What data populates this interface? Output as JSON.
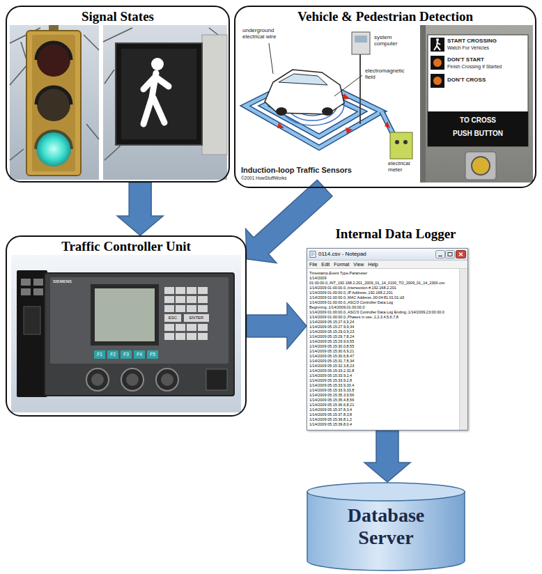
{
  "diagram": {
    "nodes": [
      {
        "text": [
          "Signal States"
        ]
      },
      {
        "text": [
          "Vehicle & Pedestrian Detection"
        ]
      },
      {
        "text": [
          "Traffic Controller Unit"
        ]
      },
      {
        "text": [
          "Internal Data Logger",
          "0114.csv - Notepad",
          "File Edit Format View Help",
          "Timestamp,Event Type,Parameter",
          "1/14/2009",
          "01:00:00.0,,INT_192.168.2.201_2009_01_14_0100_TO_2009_01_14_2300.csv",
          "1/14/2009 01:00:00.0,,Intersection #,192.168.2.201",
          "1/14/2009 01:00:00.0,,IP Address:,192.168.2.201",
          "1/14/2009 01:00:00.0,,MAC Address:,00:04:81:01:01:d3",
          "1/14/2009 01:00:00.0,,ASC/3 Controller Data Log",
          "Beginning:,1/14/2009,01:00:00.0",
          "1/14/2009 01:00:00.0,,ASC/3 Controller Data Log Ending:,1/14/2009,23:00:00.0",
          "1/14/2009 01:00:00.0,,Phases in use:,1,2,3,4,5,6,7,8",
          "1/14/2009 05:15:27.6,9,24",
          "1/14/2009 05:15:27.9,9,34",
          "1/14/2009 05:15:29.0,9,23",
          "1/14/2009 05:15:29.7,8,24",
          "1/14/2009 05:15:29.9,9,55",
          "1/14/2009 05:15:30.0,8,55",
          "1/14/2009 05:15:30.6,9,21",
          "1/14/2009 05:15:30.6,8,47",
          "1/14/2009 05:15:31.7,8,34",
          "1/14/2009 05:15:32.3,8,23",
          "1/14/2009 05:15:33.2,32,8",
          "1/14/2009 05:15:33.9,2,4",
          "1/14/2009 05:15:33.9,2,8",
          "1/14/2009 05:15:33.9,33,4",
          "1/14/2009 05:15:33.9,33,8",
          "1/14/2009 05:15:35.3,9,56",
          "1/14/2009 05:15:35.4,8,56",
          "1/14/2009 05:15:36.6,8,21",
          "1/14/2009 05:15:37.8,3,4",
          "1/14/2009 05:15:37.8,3,8",
          "1/14/2009 05:15:39.8,1,2",
          "1/14/2009 05:15:39.8,0,4"
        ]
      },
      {
        "text": [
          "Database Server"
        ]
      }
    ],
    "edges": [
      {
        "from": 0,
        "to": 2,
        "arrow": "to"
      },
      {
        "from": 1,
        "to": 2,
        "arrow": "to"
      },
      {
        "from": 2,
        "to": 3,
        "arrow": "to"
      },
      {
        "from": 3,
        "to": 4,
        "arrow": "to"
      }
    ],
    "labels": [
      "underground electrical wire",
      "system computer",
      "electromagnetic field",
      "electrical meter",
      "Induction-loop Traffic Sensors",
      "©2001 HowStuffWorks",
      "START CROSSING",
      "Watch For Vehicles",
      "DON'T START",
      "Finish Crossing if Started",
      "DON'T CROSS",
      "TO CROSS",
      "PUSH BUTTON",
      "SIEMENS",
      "F1",
      "F2",
      "F3",
      "F4",
      "F5",
      "ENTER",
      "ESC"
    ]
  }
}
